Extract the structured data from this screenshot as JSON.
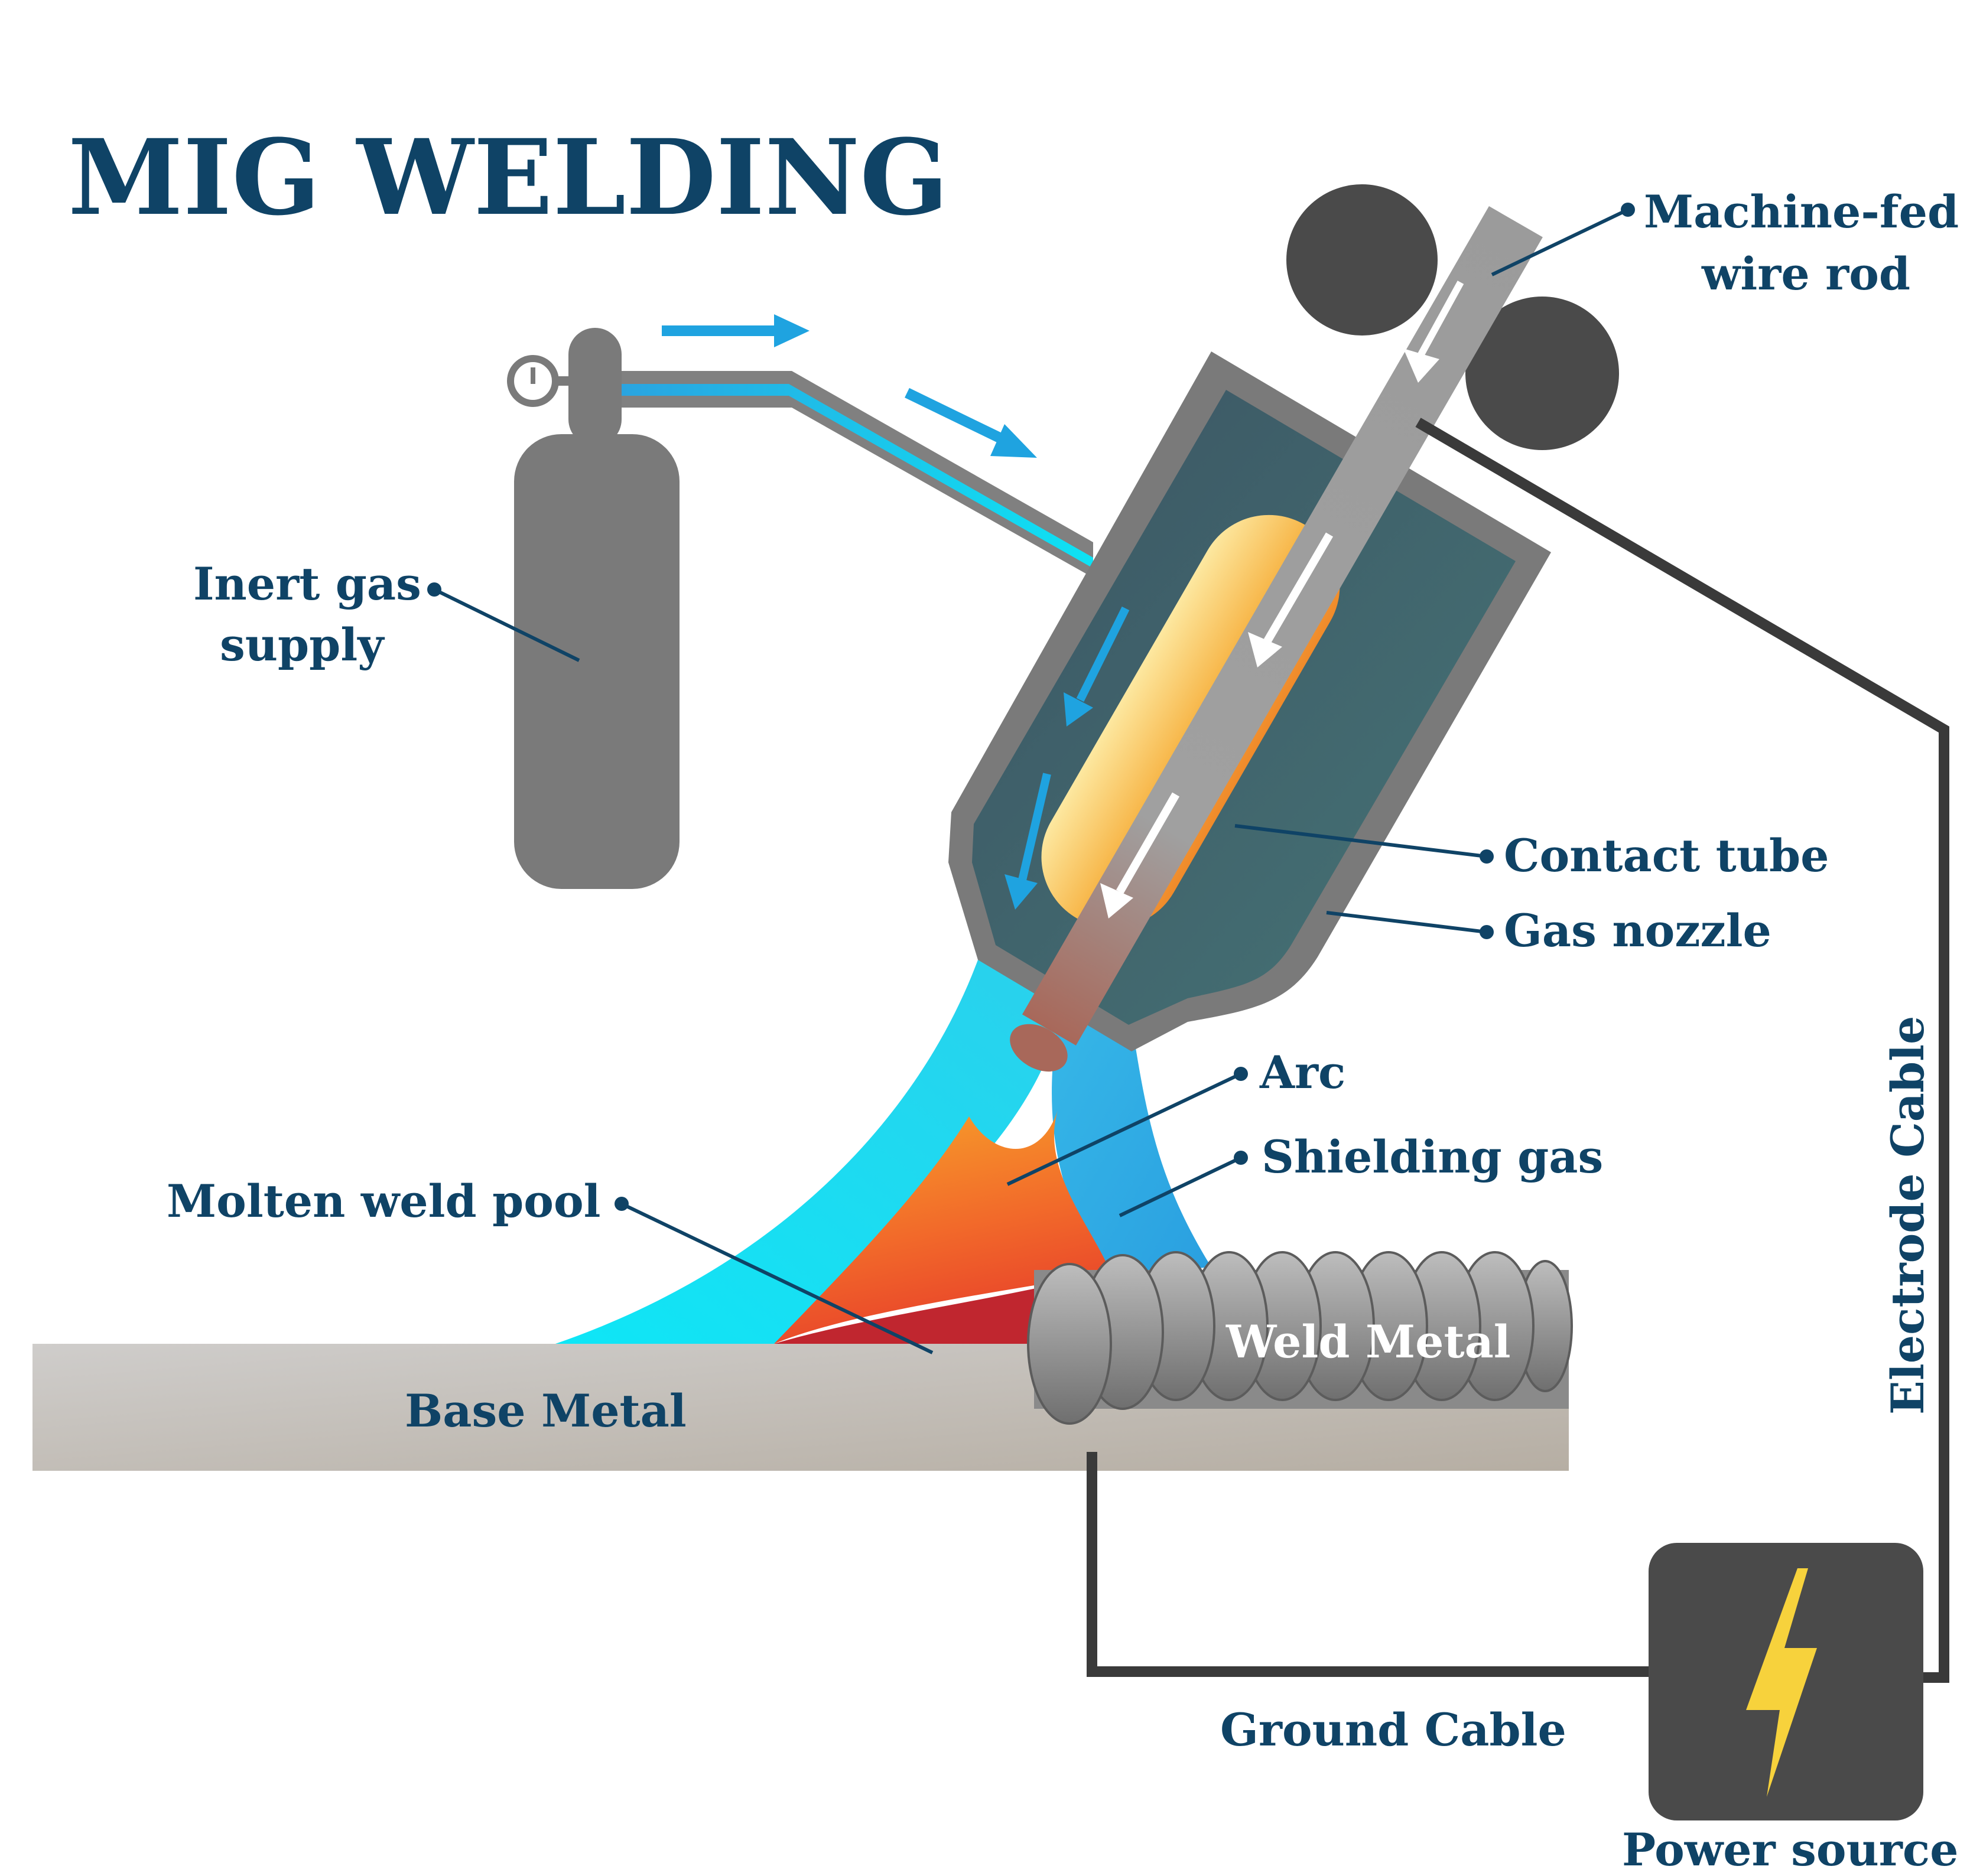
{
  "title": "MIG WELDING",
  "labels": {
    "inert_gas_line1": "Inert gas",
    "inert_gas_line2": "supply",
    "wire_line1": "Machine-fed",
    "wire_line2": "wire rod",
    "contact_tube": "Contact tube",
    "gas_nozzle": "Gas nozzle",
    "arc": "Arc",
    "shielding_gas": "Shielding gas",
    "molten_pool": "Molten weld pool",
    "weld_metal": "Weld Metal",
    "base_metal": "Base Metal",
    "electrode_cable": "Electrode Cable",
    "ground_cable": "Ground Cable",
    "power_source": "Power source"
  },
  "colors": {
    "title": "#0f4366",
    "label": "#0f4366",
    "gas_flow": "#1fa3e0",
    "nozzle": "#3f6670",
    "tube": "#f29a2e",
    "cable": "#3a3a3a",
    "bolt": "#f7d23c"
  },
  "icons": {
    "power": "lightning-bolt-icon",
    "gauge": "pressure-gauge-icon"
  }
}
